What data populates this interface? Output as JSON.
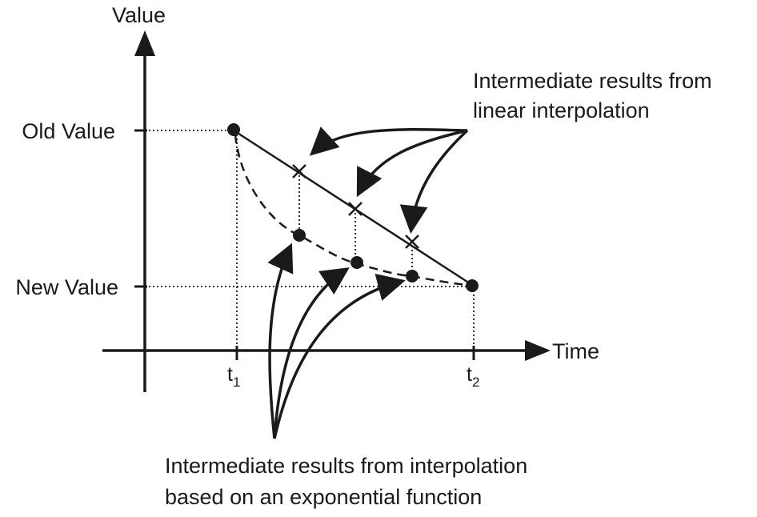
{
  "axes": {
    "y_label": "Value",
    "x_label": "Time"
  },
  "levels": {
    "old_value": "Old Value",
    "new_value": "New Value"
  },
  "times": {
    "t1_base": "t",
    "t1_sub": "1",
    "t2_base": "t",
    "t2_sub": "2"
  },
  "annotations": {
    "linear_line1": "Intermediate results from",
    "linear_line2": "linear interpolation",
    "exp_line1": "Intermediate results from interpolation",
    "exp_line2": "based on an exponential function"
  },
  "colors": {
    "ink": "#1a1a1a"
  }
}
